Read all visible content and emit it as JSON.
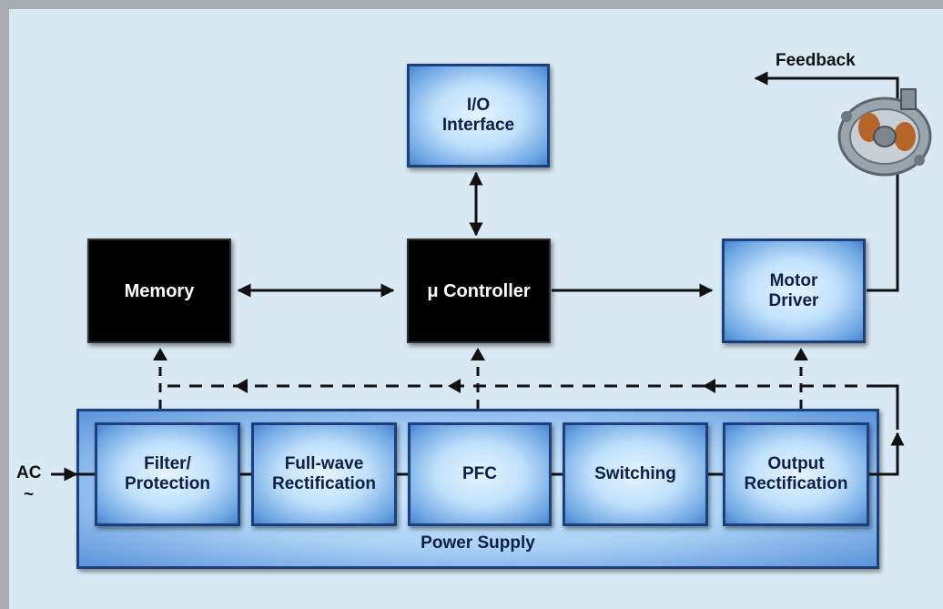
{
  "diagram": {
    "io_interface": "I/O\nInterface",
    "memory": "Memory",
    "controller": "μ Controller",
    "motor_driver": "Motor\nDriver",
    "feedback": "Feedback",
    "ac_label": "AC",
    "ac_symbol": "~",
    "power_supply": {
      "label": "Power Supply",
      "stages": [
        "Filter/\nProtection",
        "Full-wave\nRectification",
        "PFC",
        "Switching",
        "Output\nRectification"
      ]
    },
    "colors": {
      "background": "#d9e9f4",
      "block_border": "#1c3f7e",
      "block_text": "#0c1f47",
      "arrow": "#111111"
    }
  }
}
